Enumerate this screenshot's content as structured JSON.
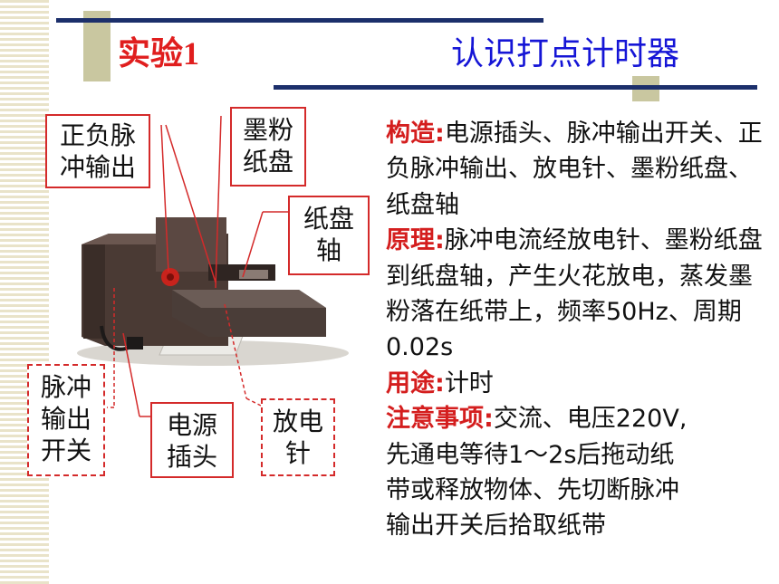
{
  "title": {
    "left": "实验1",
    "right": "认识打点计时器"
  },
  "labels": {
    "pulse_output": [
      "正负脉",
      "冲输出"
    ],
    "ink_disc": [
      "墨粉",
      "纸盘"
    ],
    "disc_axis": [
      "纸盘",
      "轴"
    ],
    "pulse_switch": [
      "脉冲",
      "输出",
      "开关"
    ],
    "power_plug": [
      "电源",
      "插头"
    ],
    "discharge_needle": [
      "放电",
      "针"
    ]
  },
  "description": {
    "construction_head": "构造:",
    "construction_text": "电源插头、脉冲输出开关、正负脉冲输出、放电针、墨粉纸盘、纸盘轴",
    "principle_head": "原理:",
    "principle_text": "脉冲电流经放电针、墨粉纸盘到纸盘轴，产生火花放电，蒸发墨粉落在纸带上，频率50Hz、周期0.02s",
    "usage_head": "用途:",
    "usage_text": "计时",
    "notes_head": "注意事项:",
    "notes_lines": [
      "交流、电压220V,",
      "先通电等待1～2s后拖动纸",
      "带或释放物体、先切断脉冲",
      "输出开关后拾取纸带"
    ]
  },
  "colors": {
    "accent_red": "#d41e1e",
    "title_blue": "#1515d6",
    "rule_navy": "#1c2f6b"
  }
}
